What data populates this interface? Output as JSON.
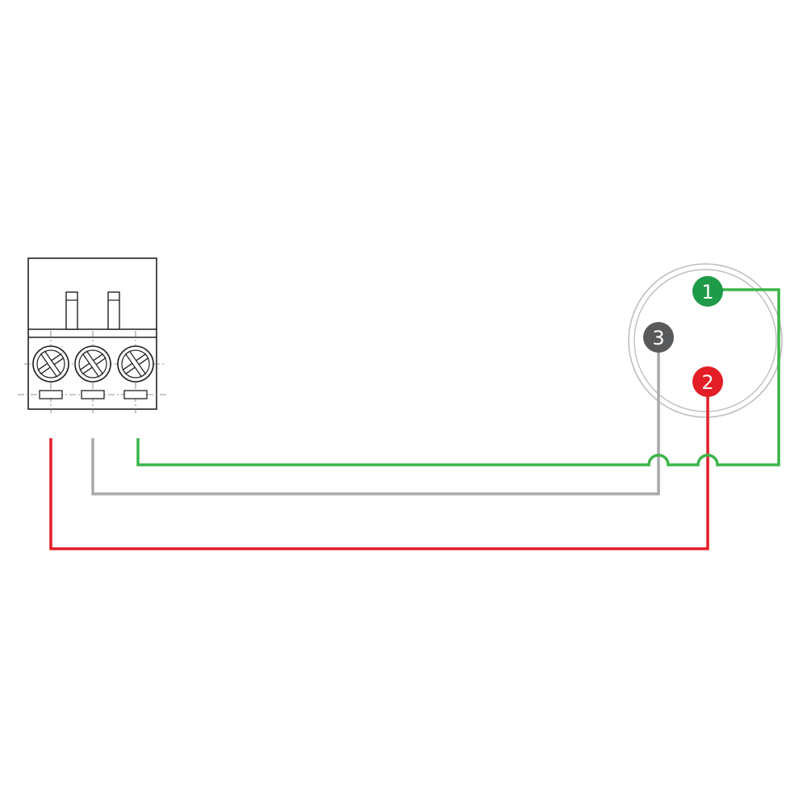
{
  "colors": {
    "background": "#ffffff",
    "outline": "#231f20",
    "guide": "#6d6e71",
    "wire_green": "#3cb54a",
    "wire_gray": "#a7a9ac",
    "wire_red": "#e31e26",
    "pin1_fill": "#1e9a48",
    "pin2_fill": "#e31e26",
    "pin3_fill": "#58595b",
    "connector_ring": "#bcbec0"
  },
  "terminal_block": {
    "screws": [
      {
        "name": "screw-terminal-left",
        "wire": "red"
      },
      {
        "name": "screw-terminal-middle",
        "wire": "gray"
      },
      {
        "name": "screw-terminal-right",
        "wire": "green"
      }
    ]
  },
  "xlr_connector": {
    "pins": [
      {
        "label": "1",
        "wire": "green"
      },
      {
        "label": "2",
        "wire": "red"
      },
      {
        "label": "3",
        "wire": "gray"
      }
    ]
  },
  "icons": {
    "terminal_block": "screw-terminal-block-icon",
    "xlr": "xlr-connector-icon"
  }
}
